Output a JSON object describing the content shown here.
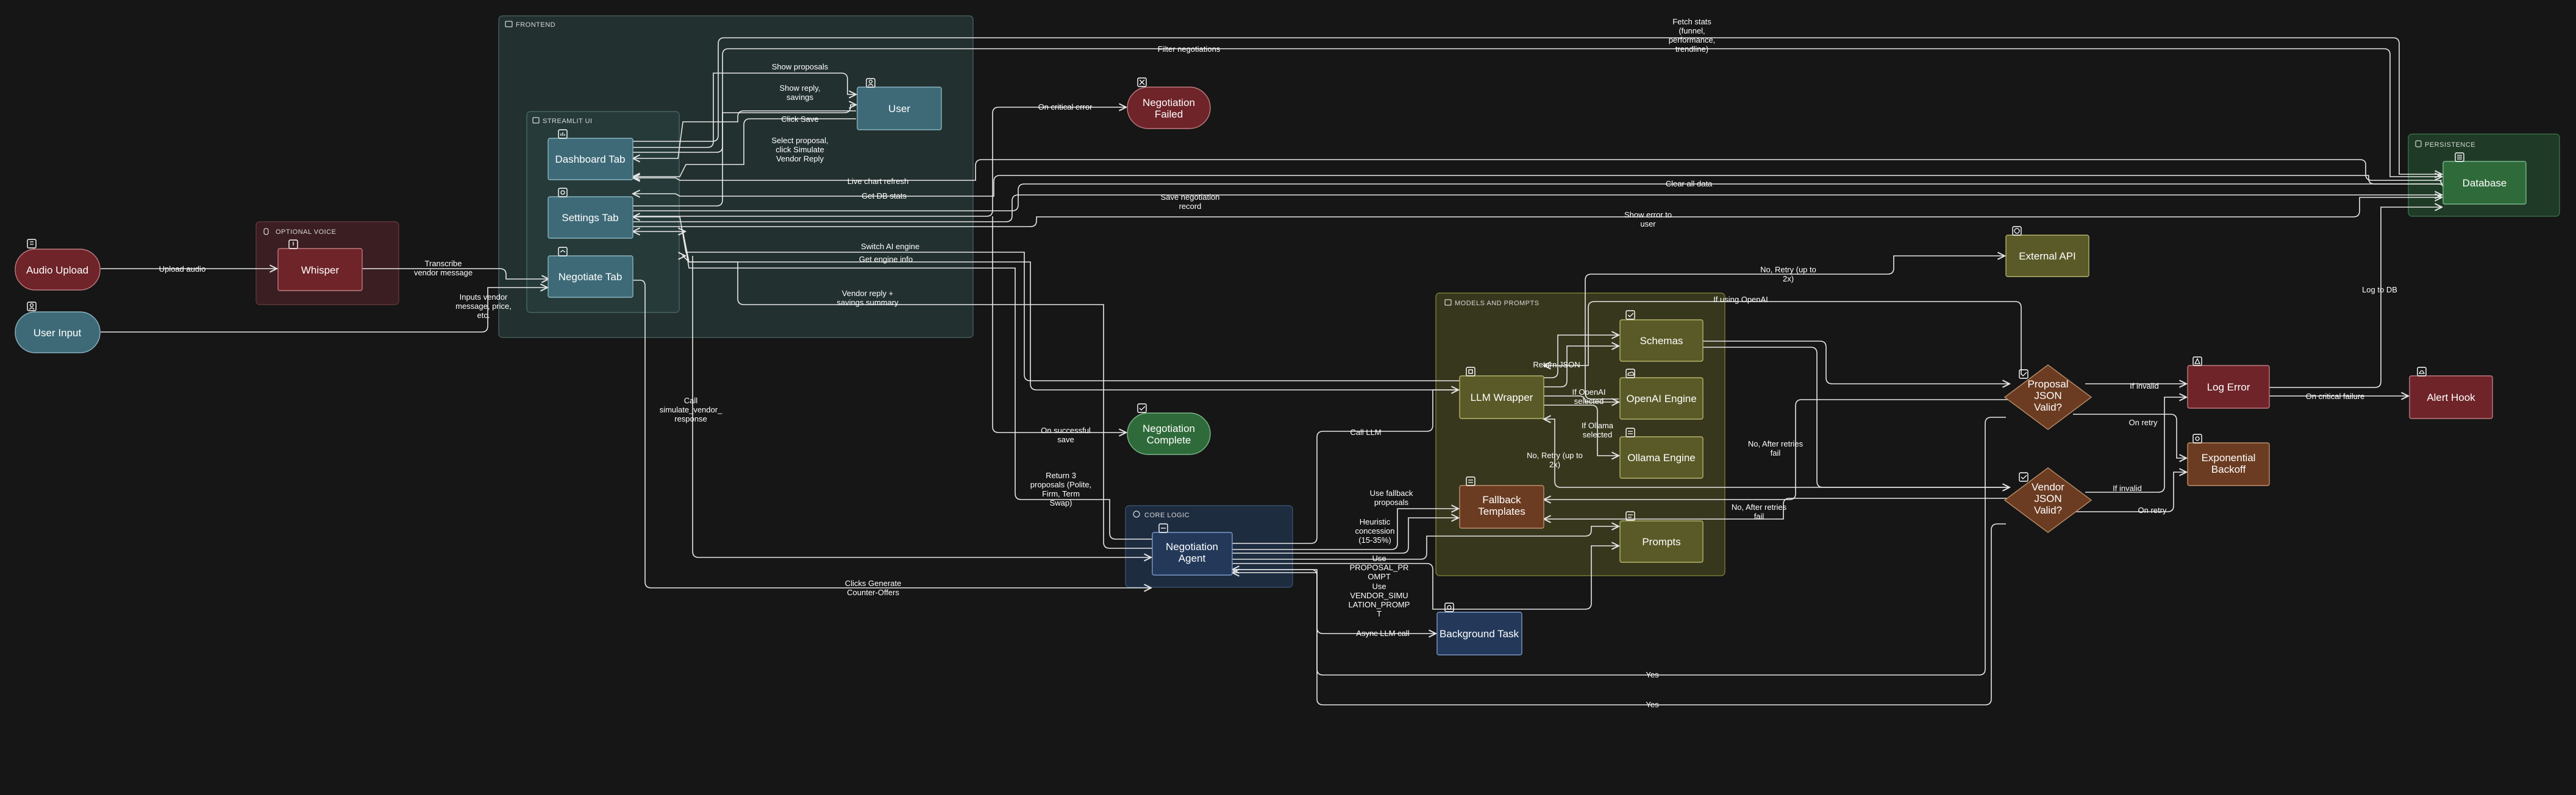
{
  "groups": {
    "frontend": "FRONTEND",
    "streamlit_ui": "STREAMLIT UI",
    "optional_voice": "OPTIONAL VOICE",
    "core_logic": "CORE LOGIC",
    "models_and_prompts": "MODELS AND PROMPTS",
    "persistence": "PERSISTENCE"
  },
  "nodes": {
    "audio_upload": "Audio Upload",
    "user_input": "User Input",
    "whisper": "Whisper",
    "dashboard_tab": "Dashboard Tab",
    "settings_tab": "Settings Tab",
    "negotiate_tab": "Negotiate Tab",
    "user": "User",
    "negotiation_failed": [
      "Negotiation",
      "Failed"
    ],
    "negotiation_complete": [
      "Negotiation",
      "Complete"
    ],
    "negotiation_agent": [
      "Negotiation",
      "Agent"
    ],
    "background_task": "Background Task",
    "llm_wrapper": "LLM Wrapper",
    "fallback_templates": [
      "Fallback",
      "Templates"
    ],
    "schemas": "Schemas",
    "openai_engine": "OpenAI Engine",
    "ollama_engine": "Ollama Engine",
    "prompts": "Prompts",
    "external_api": "External API",
    "proposal_valid": [
      "Proposal",
      "JSON",
      "Valid?"
    ],
    "vendor_valid": [
      "Vendor",
      "JSON",
      "Valid?"
    ],
    "log_error": "Log Error",
    "exponential_backoff": [
      "Exponential",
      "Backoff"
    ],
    "alert_hook": "Alert Hook",
    "database": "Database"
  },
  "edge_labels": {
    "upload_audio": [
      "Upload audio"
    ],
    "transcribe": [
      "Transcribe",
      "vendor message"
    ],
    "inputs_vendor": [
      "Inputs vendor",
      "message, price,",
      "etc."
    ],
    "show_proposals": [
      "Show proposals"
    ],
    "show_reply": [
      "Show reply,",
      "savings"
    ],
    "click_save": [
      "Click Save"
    ],
    "select_proposal": [
      "Select proposal,",
      "click Simulate",
      "Vendor Reply"
    ],
    "on_critical_error": [
      "On critical error"
    ],
    "filter_negotiations": [
      "Filter negotiations"
    ],
    "fetch_stats": [
      "Fetch stats",
      "(funnel,",
      "performance,",
      "trendline)"
    ],
    "live_chart": [
      "Live chart refresh"
    ],
    "get_db_stats": [
      "Get DB stats"
    ],
    "clear_all": [
      "Clear all data"
    ],
    "save_negotiation": [
      "Save negotiation",
      "record"
    ],
    "show_error": [
      "Show error to",
      "user"
    ],
    "switch_ai": [
      "Switch AI engine"
    ],
    "get_engine_info": [
      "Get engine info"
    ],
    "vendor_reply": [
      "Vendor reply +",
      "savings summary"
    ],
    "call_simulate": [
      "Call",
      "simulate_vendor_",
      "response"
    ],
    "on_successful_save": [
      "On successful",
      "save"
    ],
    "return_3": [
      "Return 3",
      "proposals (Polite,",
      "Firm, Term",
      "Swap)"
    ],
    "clicks_generate": [
      "Clicks Generate",
      "Counter-Offers"
    ],
    "call_llm": [
      "Call LLM"
    ],
    "use_fallback": [
      "Use fallback",
      "proposals"
    ],
    "heuristic": [
      "Heuristic",
      "concession",
      "(15-35%)"
    ],
    "use_proposal_prompt": [
      "Use",
      "PROPOSAL_PR",
      "OMPT"
    ],
    "use_vendor_prompt": [
      "Use",
      "VENDOR_SIMU",
      "LATION_PROMP",
      "T"
    ],
    "async_llm": [
      "Async LLM call"
    ],
    "return_json": [
      "Return JSON"
    ],
    "if_openai_selected": [
      "If OpenAI",
      "selected"
    ],
    "if_ollama_selected": [
      "If Ollama",
      "selected"
    ],
    "no_retry_a": [
      "No, Retry (up to",
      "2x)"
    ],
    "no_retry_b": [
      "No, Retry (up to",
      "2x)"
    ],
    "if_using_openai": [
      "If using OpenAI"
    ],
    "no_after_retries_a": [
      "No, After retries",
      "fail"
    ],
    "no_after_retries_b": [
      "No, After retries",
      "fail"
    ],
    "if_invalid_a": [
      "If invalid"
    ],
    "if_invalid_b": [
      "If invalid"
    ],
    "on_retry_a": [
      "On retry"
    ],
    "on_retry_b": [
      "On retry"
    ],
    "on_critical_failure": [
      "On critical failure"
    ],
    "log_to_db": [
      "Log to DB"
    ],
    "yes_a": [
      "Yes"
    ],
    "yes_b": [
      "Yes"
    ]
  },
  "colors": {
    "background": "#161616",
    "edge": "#e6e6e6",
    "red_node": "#6e2429",
    "teal_node": "#3e6a78",
    "olive_node": "#5a5a28",
    "brown_node": "#6b3c22",
    "navy_node": "#24395a",
    "green_node": "#2f6b3a",
    "group_frontend": "#22302f",
    "group_models": "#37371e",
    "group_persistence": "#1f3a26",
    "group_voice": "#3a1e22",
    "group_core": "#1e2c40"
  }
}
